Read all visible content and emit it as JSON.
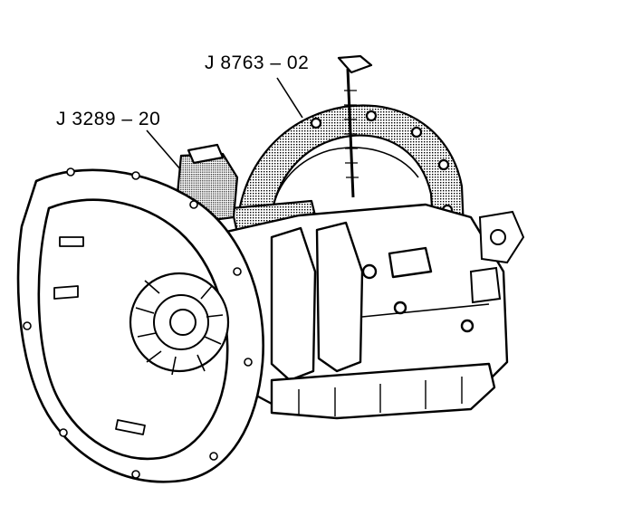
{
  "callouts": [
    {
      "id": "fixture",
      "text": "J 8763 – 02"
    },
    {
      "id": "adapter",
      "text": "J 3289 – 20"
    }
  ],
  "colors": {
    "ink": "#000000",
    "paper": "#ffffff",
    "shade": "#9a9a9a"
  }
}
